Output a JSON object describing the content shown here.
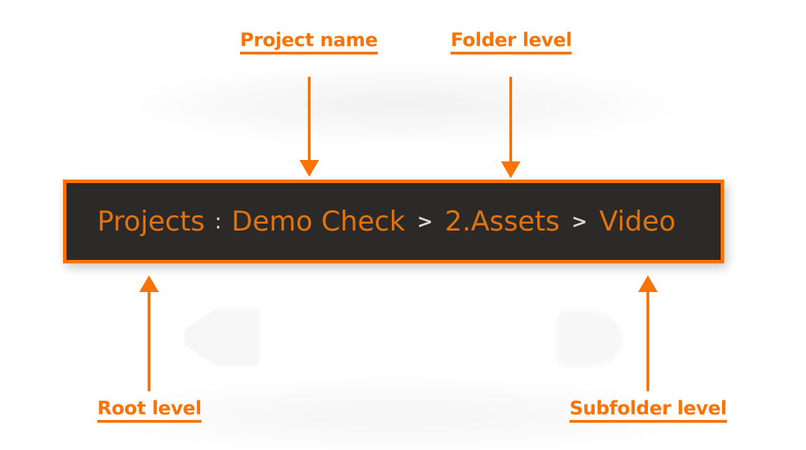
{
  "page": {
    "background_color": "#ffffff",
    "accent_color": "#f97306"
  },
  "breadcrumb": {
    "bar_background": "#2b2a28",
    "bar_border_color": "#f97306",
    "text_color": "#e0730e",
    "separator_color": "#d8d8d8",
    "segments": [
      {
        "label": "Projects",
        "separator_after": ":"
      },
      {
        "label": "Demo Check",
        "separator_after": ">"
      },
      {
        "label": "2.Assets",
        "separator_after": ">"
      },
      {
        "label": "Video",
        "separator_after": ""
      }
    ],
    "full_path": "Projects : Demo Check > 2.Assets > Video"
  },
  "annotations": {
    "project_name": {
      "label": "Project name",
      "arrow": "arrow-down",
      "points_to": "Demo Check"
    },
    "folder_level": {
      "label": "Folder level",
      "arrow": "arrow-down",
      "points_to": "2.Assets"
    },
    "root_level": {
      "label": "Root level",
      "arrow": "arrow-up",
      "points_to": "Projects"
    },
    "subfolder_level": {
      "label": "Subfolder level",
      "arrow": "arrow-up",
      "points_to": "Video"
    }
  }
}
